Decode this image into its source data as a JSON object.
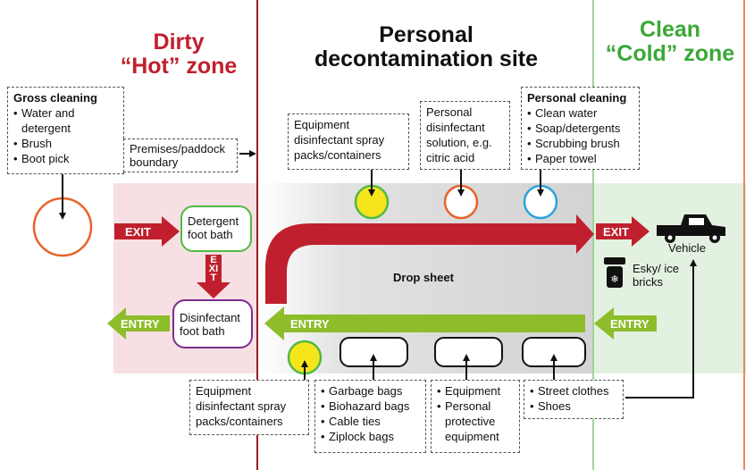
{
  "zones": {
    "dirty": {
      "line1": "Dirty",
      "line2": "“Hot” zone",
      "color": "#c0202e"
    },
    "site": {
      "line1": "Personal",
      "line2": "decontamination site",
      "color": "#111111"
    },
    "clean": {
      "line1": "Clean",
      "line2": "“Cold” zone",
      "color": "#3aa835"
    }
  },
  "colors": {
    "hot_bg": "#f7e0e3",
    "site_bg": "#e3e3e3",
    "clean_bg": "#e3f1e0",
    "red_arrow": "#c0202e",
    "green_arrow": "#8dbd2a",
    "hot_line": "#9b1b26",
    "clean_line": "#9fd39a",
    "yellow": "#f5e51b",
    "orange": "#e8622a",
    "blue": "#29a3de",
    "purple": "#7b2d8e",
    "detergent": "#52b947"
  },
  "gross_cleaning": {
    "title": "Gross cleaning",
    "items": [
      "Water and detergent",
      "Brush",
      "Boot pick"
    ]
  },
  "premises_boundary": "Premises/paddock boundary",
  "equipment_spray_top": "Equipment disinfectant spray packs/containers",
  "personal_disinfectant": "Personal disinfectant solution, e.g. citric acid",
  "personal_cleaning": {
    "title": "Personal cleaning",
    "items": [
      "Clean water",
      "Soap/detergents",
      "Scrubbing brush",
      "Paper towel"
    ]
  },
  "detergent_bath": "Detergent foot bath",
  "disinfectant_bath": "Disinfectant foot bath",
  "drop_sheet": "Drop sheet",
  "exit_label": "EXIT",
  "entry_label": "ENTRY",
  "vehicle": "Vehicle",
  "esky": "Esky/ ice bricks",
  "equipment_spray_bottom": "Equipment disinfectant spray packs/containers",
  "bags_list": [
    "Garbage bags",
    "Biohazard bags",
    "Cable ties",
    "Ziplock bags"
  ],
  "equipment_list": [
    "Equipment",
    "Personal protective equipment"
  ],
  "clothes_list": [
    "Street clothes",
    "Shoes"
  ]
}
